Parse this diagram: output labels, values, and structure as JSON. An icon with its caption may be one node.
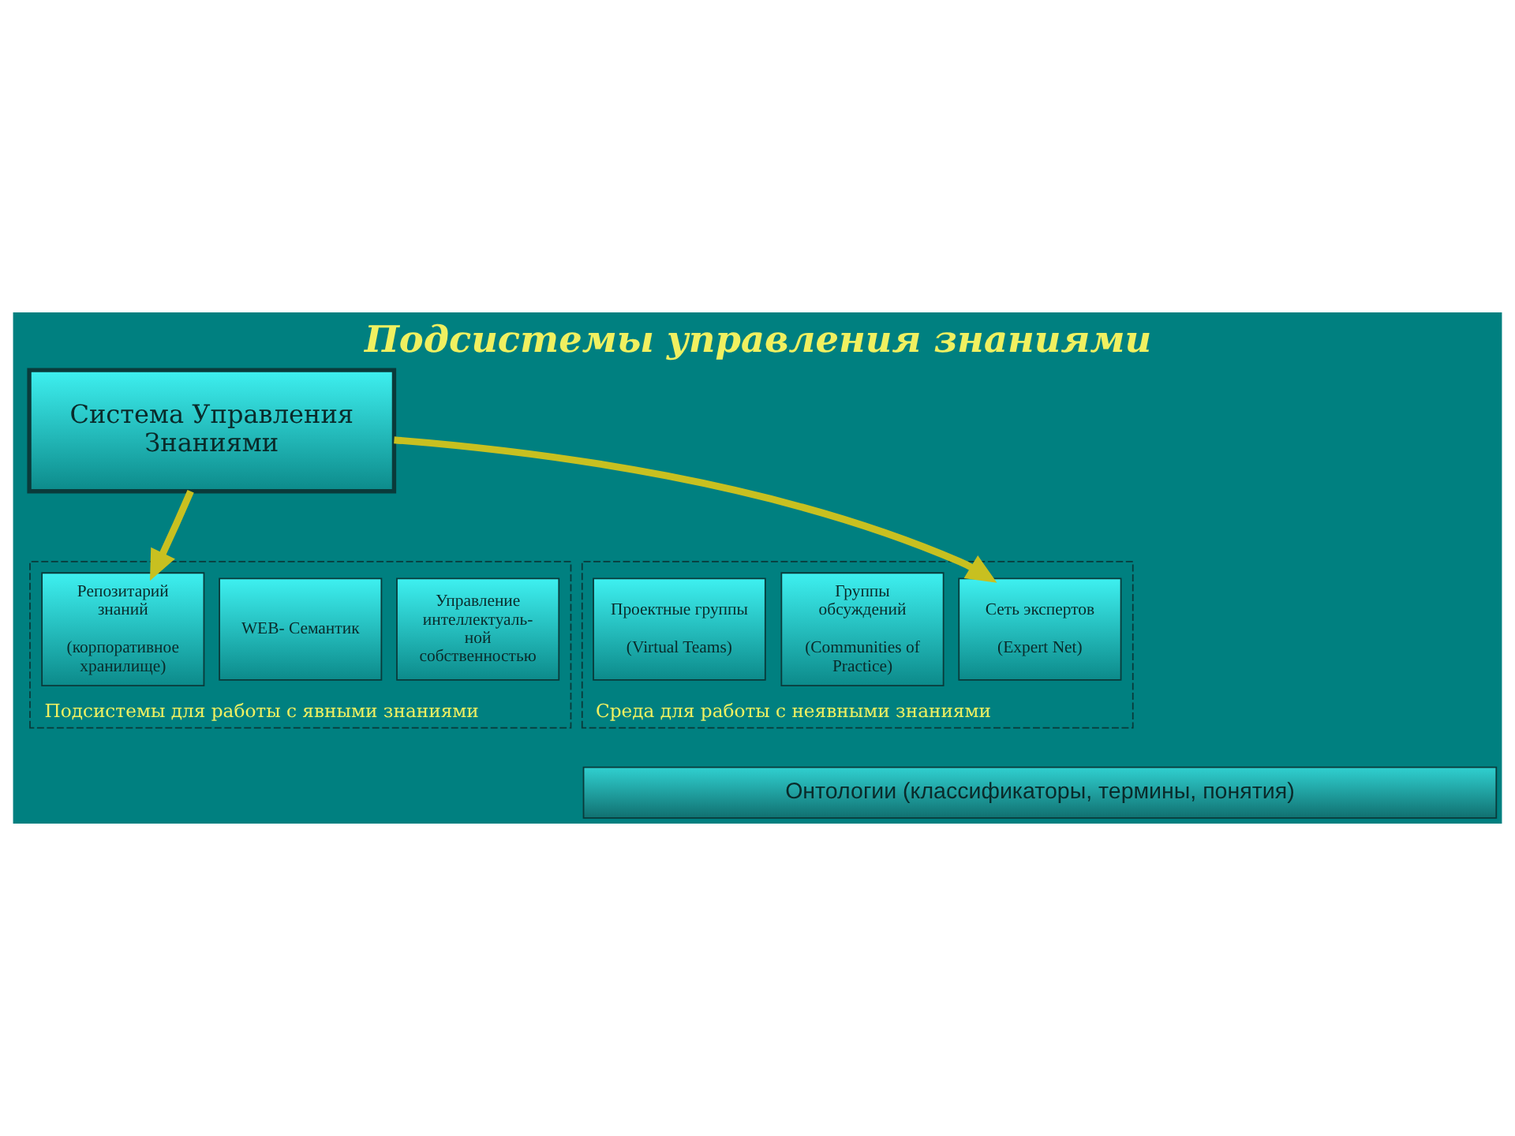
{
  "diagram": {
    "title": "Подсистемы управления знаниями",
    "nodes": [
      {
        "text": [
          "Система Управления Знаниями"
        ]
      },
      {
        "text": [
          "Подсистемы для работы с явными знаниями"
        ]
      },
      {
        "text": [
          "Управление интеллектуаль- ной собственностью"
        ],
        "in": 1
      },
      {
        "text": [
          "WEB- Семантик"
        ],
        "in": 1
      },
      {
        "text": [
          "Репозитарий знаний",
          "(корпоративное хранилище)"
        ],
        "in": 1
      },
      {
        "text": [
          "Среда для работы с неявными знаниями"
        ]
      },
      {
        "text": [
          "Сеть экспертов",
          "(Expert Net)"
        ],
        "in": 5
      },
      {
        "text": [
          "Группы обсуждений",
          "(Communities of Practice)"
        ],
        "in": 5
      },
      {
        "text": [
          "Проектные группы",
          "(Virtual Teams)"
        ],
        "in": 5
      },
      {
        "text": [
          "Онтологии (классификаторы, термины, понятия)"
        ]
      }
    ],
    "edges": [
      {
        "from": 0,
        "to": 4,
        "arrow": "to"
      },
      {
        "from": 0,
        "to": 6,
        "arrow": "to"
      }
    ]
  }
}
